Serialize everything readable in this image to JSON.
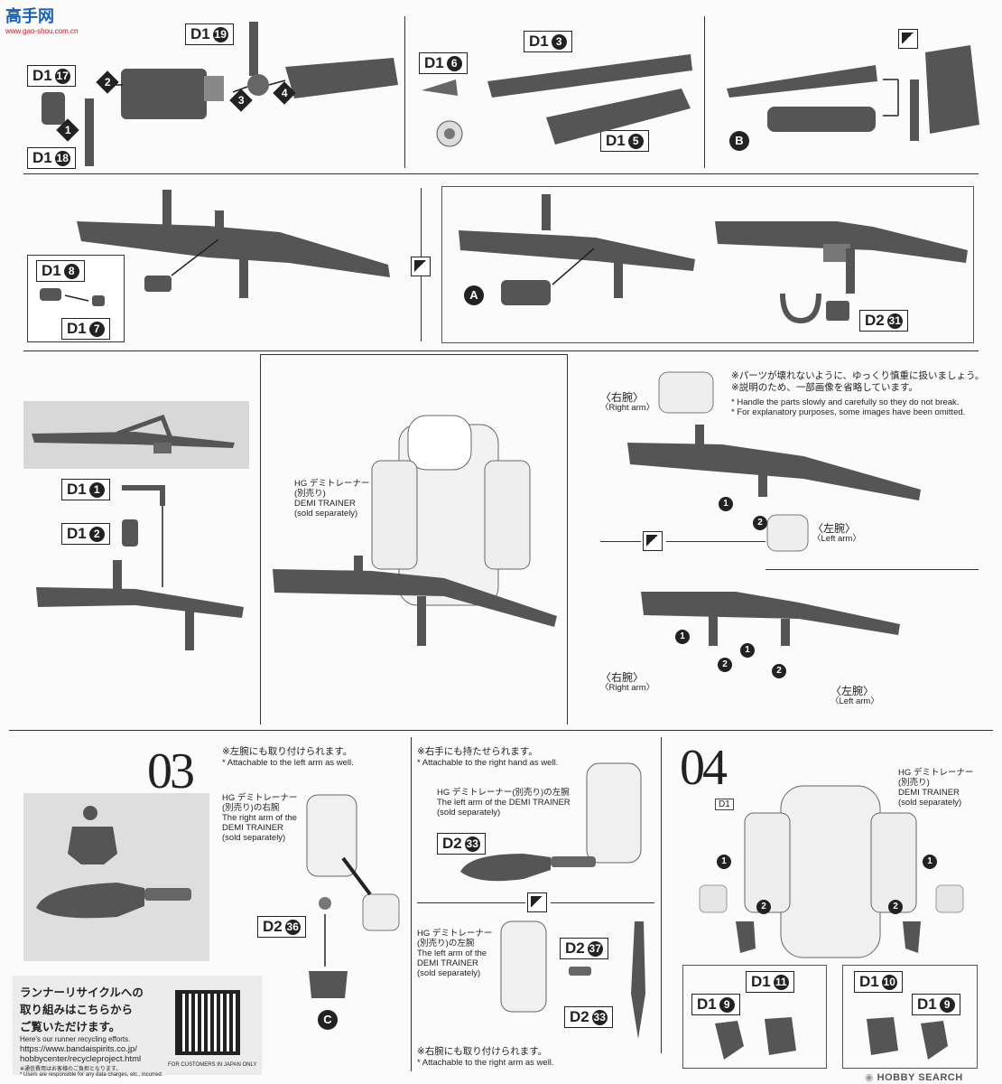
{
  "watermark": {
    "logo": "高手网",
    "url": "www.gao-shou.com.cn"
  },
  "tags": {
    "d1_19": "D1",
    "d1_19n": "19",
    "d1_17": "D1",
    "d1_17n": "17",
    "d1_18": "D1",
    "d1_18n": "18",
    "d1_6": "D1",
    "d1_6n": "6",
    "d1_3": "D1",
    "d1_3n": "3",
    "d1_5": "D1",
    "d1_5n": "5",
    "d1_8b": "D1",
    "d1_8bn": "8",
    "d1_7b": "D1",
    "d1_7bn": "7",
    "d2_31": "D2",
    "d2_31n": "31",
    "d1_1": "D1",
    "d1_1n": "1",
    "d1_2": "D1",
    "d1_2n": "2",
    "d2_36": "D2",
    "d2_36n": "36",
    "d2_33a": "D2",
    "d2_33an": "33",
    "d2_37": "D2",
    "d2_37n": "37",
    "d2_33b": "D2",
    "d2_33bn": "33",
    "d1_11": "D1",
    "d1_11n": "11",
    "d1_9a": "D1",
    "d1_9an": "9",
    "d1_10": "D1",
    "d1_10n": "10",
    "d1_9b": "D1",
    "d1_9bn": "9"
  },
  "letters": {
    "a": "A",
    "b": "B",
    "c": "C"
  },
  "steps": {
    "n1": "1",
    "n2": "2",
    "n3": "3",
    "n4": "4"
  },
  "notes": {
    "handle_jp": "※パーツが壊れないように、ゆっくり慎重に扱いましょう。",
    "omit_jp": "※説明のため、一部画像を省略しています。",
    "handle_en": "* Handle the parts slowly and carefully so they do not break.",
    "omit_en": "* For explanatory purposes, some images have been omitted.",
    "right_arm_jp": "〈右腕〉",
    "right_arm_en": "〈Right arm〉",
    "left_arm_jp": "〈左腕〉",
    "left_arm_en": "〈Left arm〉",
    "hg_jp": "HG デミトレーナー",
    "sold_jp": "(別売り)",
    "demi_en": "DEMI TRAINER",
    "sold_en": "(sold separately)"
  },
  "section03": {
    "number": "03",
    "runner": "D2",
    "attach_left_jp": "※左腕にも取り付けられます。",
    "attach_left_en": "* Attachable to the left arm as well.",
    "right_arm_jp": "(別売り)の右腕",
    "right_arm_en1": "The right arm of the",
    "right_arm_en2": "DEMI TRAINER",
    "right_hand_jp": "※右手にも持たせられます。",
    "right_hand_en": "* Attachable to the right hand as well.",
    "left_arm_jp": "(別売り)の左腕",
    "left_arm_en1": "The left arm of the DEMI TRAINER",
    "left_arm_en1b": "The left arm of the",
    "left_arm_en2": "DEMI TRAINER",
    "attach_right_jp": "※右腕にも取り付けられます。",
    "attach_right_en": "* Attachable to the right arm as well."
  },
  "section04": {
    "number": "04",
    "runner": "D1"
  },
  "recycle": {
    "title1": "ランナーリサイクルへの",
    "title2": "取り組みはこちらから",
    "title3": "ご覧いただけます。",
    "sub": "Here's our runner recycling efforts.",
    "url1": "https://www.bandaispirits.co.jp/",
    "url2": "hobbycenter/recycleproject.html",
    "fine": "※通信費用はお客様のご負担となります。",
    "fine_en": "* Users are responsible for any data charges, etc., incurred.",
    "japan": "FOR CUSTOMERS IN JAPAN ONLY"
  },
  "footer": {
    "logo": "HOBBY SEARCH"
  },
  "colors": {
    "part": "#4a4a4a",
    "partLight": "#8a8a8a",
    "line": "#222222"
  }
}
